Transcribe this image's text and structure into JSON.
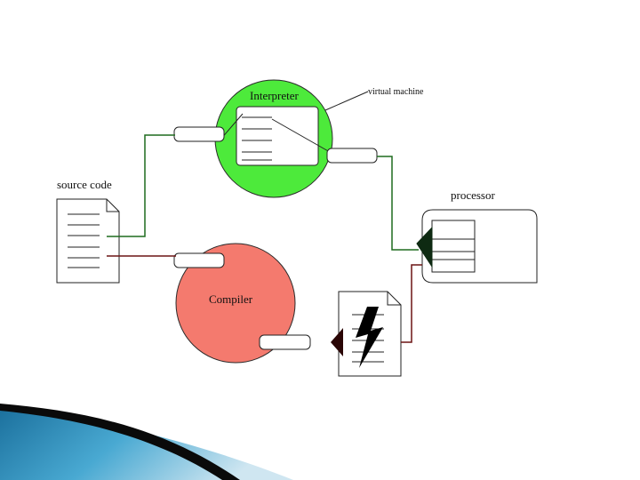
{
  "diagram": {
    "interpreter_label": "Interpreter",
    "virtual_machine_label": "virtual machine",
    "source_code_label": "source code",
    "processor_label": "processor",
    "compiler_label": "Compiler"
  },
  "colors": {
    "interpreter_fill": "#4dea3b",
    "compiler_fill": "#f47a6e",
    "green_wire": "#1f6b1f",
    "red_wire": "#6b1414",
    "port_fill": "#ffffff",
    "arrow_dark": "#0e2a12",
    "bolt": "#000000"
  },
  "icons": [
    "document-icon",
    "executable-document-icon",
    "lightning-bolt-icon"
  ]
}
